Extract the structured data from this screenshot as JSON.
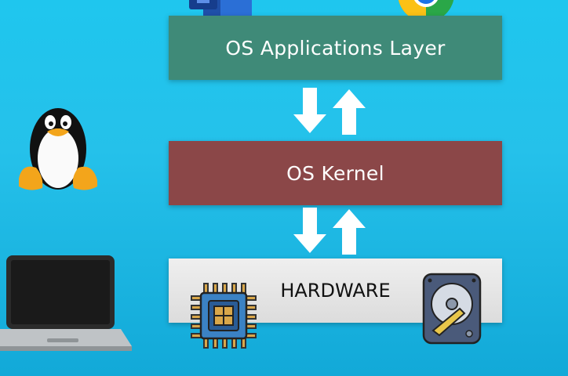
{
  "diagram": {
    "layers": {
      "applications": "OS Applications Layer",
      "kernel": "OS Kernel",
      "hardware": "HARDWARE"
    }
  },
  "icons": {
    "word": "word-icon",
    "chrome": "chrome-icon",
    "linux": "linux-penguin-icon",
    "laptop": "laptop-icon",
    "cpu": "cpu-chip-icon",
    "hdd": "hard-drive-icon",
    "arrows": "bidirectional-arrows-icon"
  },
  "colors": {
    "background": "#1fc6ee",
    "applications_layer": "#3f8a78",
    "kernel_layer": "#8b4748",
    "hardware_layer": "#e6e6e6",
    "arrow": "#ffffff"
  }
}
